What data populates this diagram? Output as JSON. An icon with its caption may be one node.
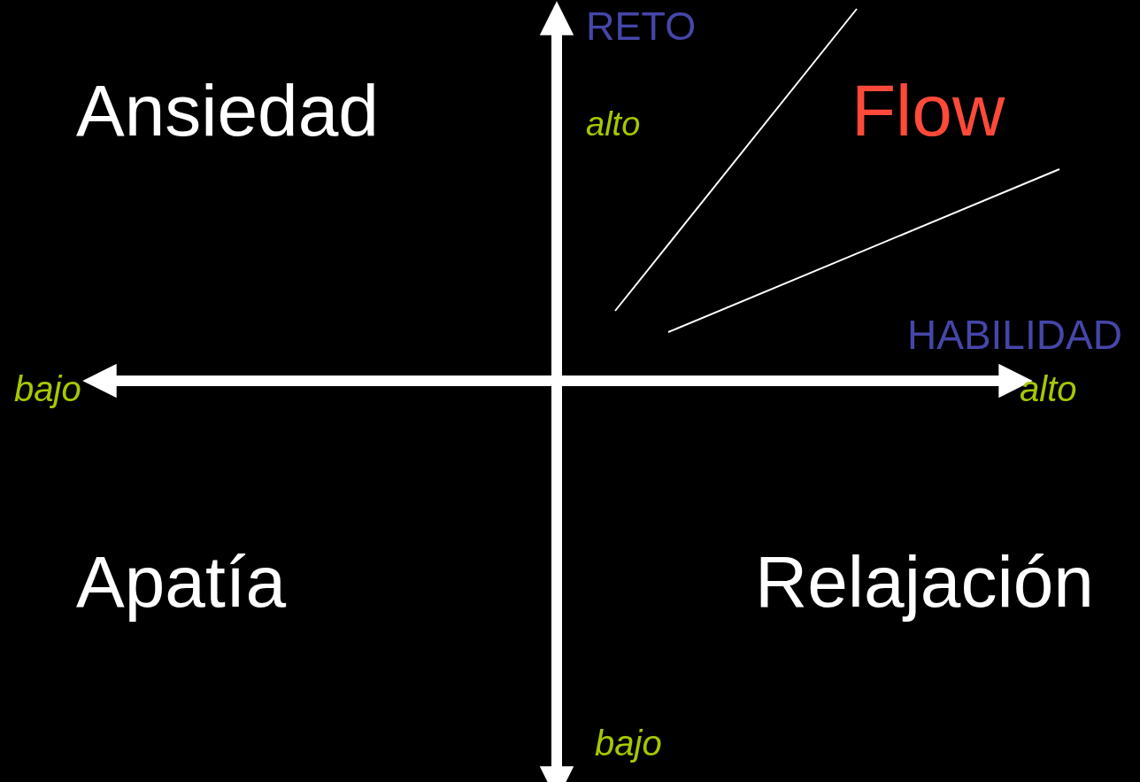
{
  "diagram": {
    "labels": [
      "RETO",
      "Ansiedad",
      "alto",
      "Flow",
      "HABILIDAD",
      "bajo",
      "alto",
      "Apatía",
      "Relajación",
      "bajo"
    ]
  }
}
